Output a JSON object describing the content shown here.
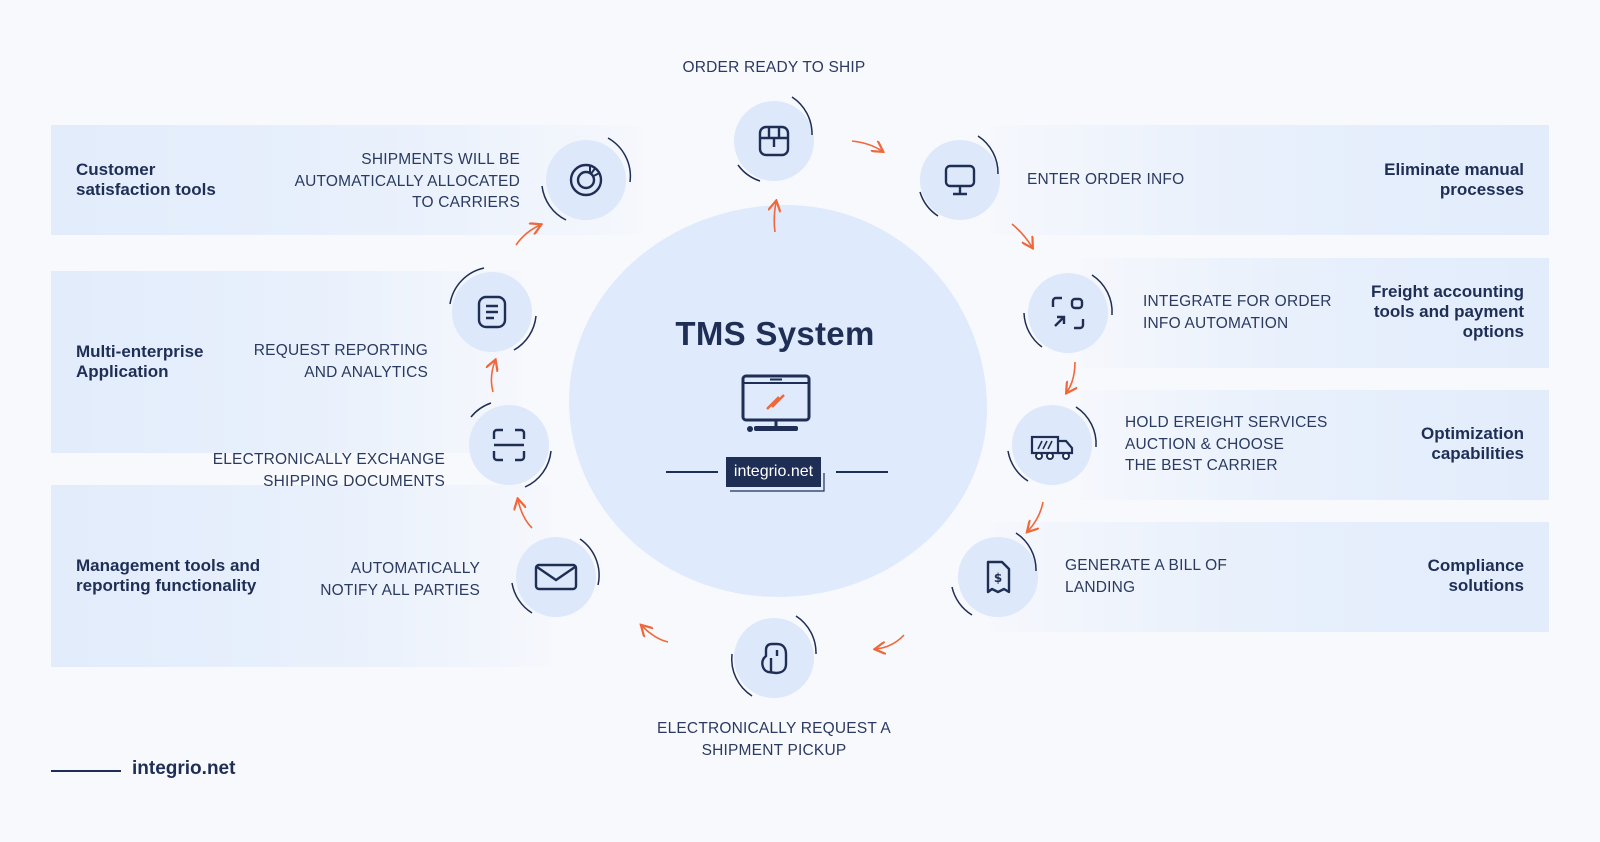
{
  "center": {
    "title": "TMS System",
    "brand_badge": "integrio.net"
  },
  "footer": {
    "brand": "integrio.net"
  },
  "colors": {
    "navy": "#1f2e55",
    "accent": "#f0683a",
    "circle": "#dde8fb",
    "band": "#e2ecfb"
  },
  "benefits": {
    "customer_satisfaction": "Customer\nsatisfaction tools",
    "multi_enterprise": "Multi-enterprise\nApplication",
    "management_tools": "Management tools and\nreporting functionality",
    "eliminate_manual": "Eliminate manual\nprocesses",
    "freight_accounting": "Freight accounting\ntools and payment\noptions",
    "optimization": "Optimization\ncapabilities",
    "compliance": "Compliance\nsolutions"
  },
  "steps": {
    "order_ready": {
      "label": "ORDER READY TO SHIP",
      "icon": "box-icon"
    },
    "enter_order": {
      "label": "ENTER ORDER INFO",
      "icon": "monitor-icon"
    },
    "integrate": {
      "label": "INTEGRATE FOR ORDER\nINFO AUTOMATION",
      "icon": "scan-arrow-icon"
    },
    "freight_auction": {
      "label": "HOLD EREIGHT SERVICES\nAUCTION & CHOOSE\nTHE BEST CARRIER",
      "icon": "truck-icon"
    },
    "bill_of_landing": {
      "label": "GENERATE A BILL OF\nLANDING",
      "icon": "invoice-icon"
    },
    "pickup": {
      "label": "ELECTRONICALLY REQUEST A\nSHIPMENT PICKUP",
      "icon": "hand-icon"
    },
    "notify": {
      "label": "AUTOMATICALLY\nNOTIFY ALL PARTIES",
      "icon": "envelope-icon"
    },
    "exchange_docs": {
      "label": "ELECTRONICALLY EXCHANGE\nSHIPPING DOCUMENTS",
      "icon": "scan-frame-icon"
    },
    "reporting": {
      "label": "REQUEST REPORTING\nAND ANALYTICS",
      "icon": "document-icon"
    },
    "allocate": {
      "label": "SHIPMENTS WILL BE\nAUTOMATICALLY  ALLOCATED\nTO CARRIERS",
      "icon": "pie-chart-icon"
    }
  }
}
